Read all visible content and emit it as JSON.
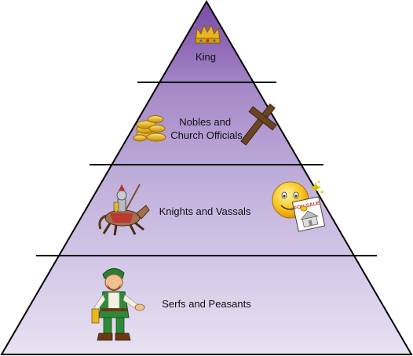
{
  "pyramid": {
    "tiers": [
      {
        "label": "King",
        "icon": "crown-icon",
        "fill": "#8e63b5"
      },
      {
        "label_lines": [
          "Nobles and",
          "Church Officials"
        ],
        "icons": [
          "gold-coins-icon",
          "cross-icon"
        ],
        "fill": "#a98bca"
      },
      {
        "label": "Knights and Vassals",
        "icons": [
          "knight-on-horse-icon",
          "smiley-for-sale-sign-icon"
        ],
        "fill": "#c5b3dd"
      },
      {
        "label": "Serfs and Peasants",
        "icon": "peasant-man-icon",
        "fill": "#ddd2ec"
      }
    ],
    "sale_sign_text": "FOR SALE"
  },
  "colors": {
    "outline": "#000000",
    "gold": "#e8b620",
    "wood": "#6b4423"
  }
}
